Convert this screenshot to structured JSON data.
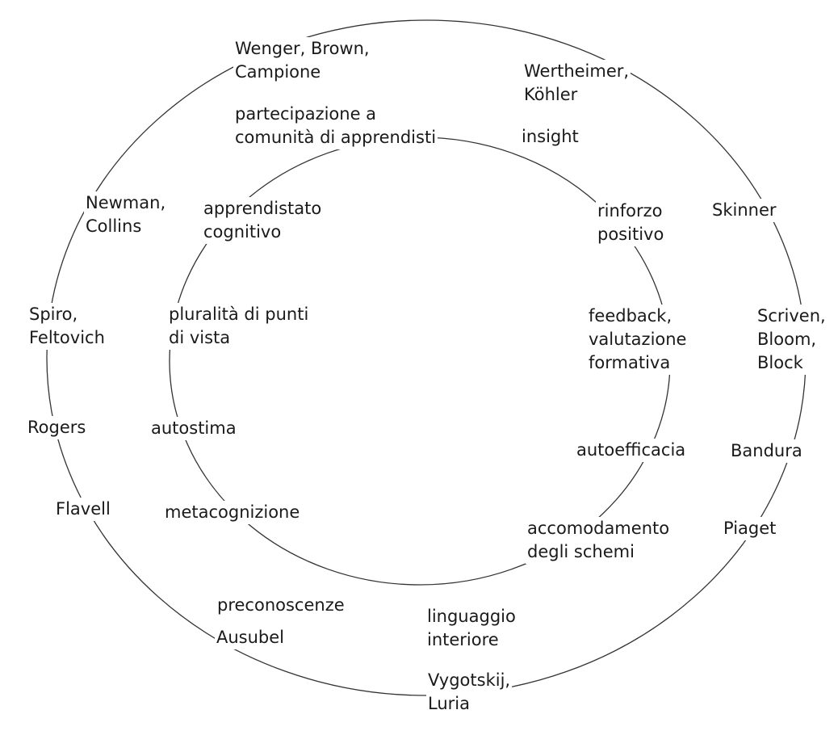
{
  "diagram": {
    "outer_ring": {
      "stroke": "#333333",
      "labels": [
        "Wenger, Brown,\nCampione",
        "Wertheimer,\nKöhler",
        "Skinner",
        "Scriven,\nBloom,\nBlock",
        "Bandura",
        "Piaget",
        "Vygotskij,\nLuria",
        "Ausubel",
        "Flavell",
        "Rogers",
        "Spiro,\nFeltovich",
        "Newman,\nCollins"
      ]
    },
    "inner_ring": {
      "stroke": "#333333",
      "labels": [
        "partecipazione a\ncomunità di apprendisti",
        "insight",
        "rinforzo\npositivo",
        "feedback,\nvalutazione\nformativa",
        "autoefficacia",
        "accomodamento\ndegli schemi",
        "linguaggio\ninteriore",
        "preconoscenze",
        "metacognizione",
        "autostima",
        "pluralità di punti\ndi vista",
        "apprendistato\ncognitivo"
      ]
    }
  }
}
